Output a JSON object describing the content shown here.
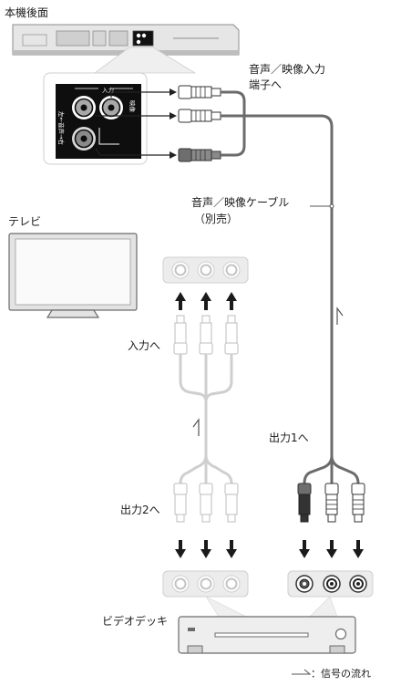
{
  "labels": {
    "unit_rear": "本機後面",
    "av_input_line1": "音声／映像入力",
    "av_input_line2": "端子へ",
    "av_cable_line1": "音声／映像ケーブル",
    "av_cable_line2": "（別売）",
    "tv": "テレビ",
    "to_input": "入力へ",
    "to_output1": "出力1へ",
    "to_output2": "出力2へ",
    "vcr": "ビデオデッキ",
    "signal_flow": "：信号の流れ"
  },
  "jack_panel": {
    "input_title": "入力",
    "video": "映像",
    "audio_lr": "左←音声→右"
  }
}
